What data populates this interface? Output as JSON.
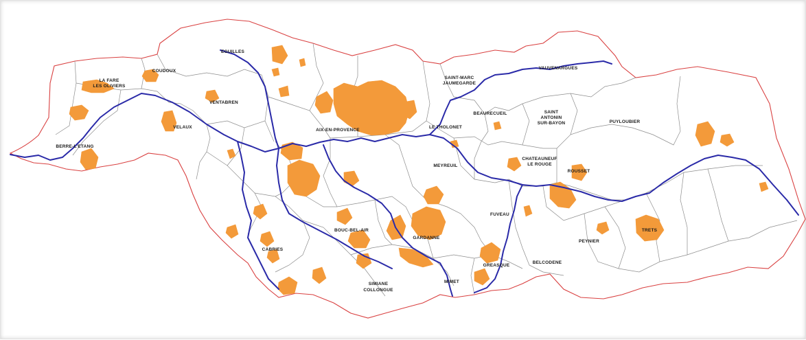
{
  "colors": {
    "outline": "#d94040",
    "commune_borders": "#8c8c8c",
    "rivers": "#2a2aa8",
    "urban_areas": "#f39a3a",
    "background": "#ffffff"
  },
  "communes": [
    {
      "id": "eguilles",
      "lines": [
        "EGUILLES"
      ]
    },
    {
      "id": "coudoux",
      "lines": [
        "COUDOUX"
      ]
    },
    {
      "id": "la-fare",
      "lines": [
        "LA FARE",
        "LES OLIVIERS"
      ]
    },
    {
      "id": "ventabren",
      "lines": [
        "VENTABREN"
      ]
    },
    {
      "id": "velaux",
      "lines": [
        "VELAUX"
      ]
    },
    {
      "id": "berre",
      "lines": [
        "BERRE-L'ETANG"
      ]
    },
    {
      "id": "aix",
      "lines": [
        "AIX-EN-PROVENCE"
      ]
    },
    {
      "id": "saint-marc",
      "lines": [
        "SAINT-MARC",
        "JAUMEGARDE"
      ]
    },
    {
      "id": "vauvenargues",
      "lines": [
        "VAUVENARGUES"
      ]
    },
    {
      "id": "beaurecueil",
      "lines": [
        "BEAURECUEIL"
      ]
    },
    {
      "id": "saint-antonin",
      "lines": [
        "SAINT",
        "ANTONIN",
        "SUR-BAYON"
      ]
    },
    {
      "id": "puyloubier",
      "lines": [
        "PUYLOUBIER"
      ]
    },
    {
      "id": "le-tholonet",
      "lines": [
        "LE THOLONET"
      ]
    },
    {
      "id": "meyreuil",
      "lines": [
        "MEYREUIL"
      ]
    },
    {
      "id": "chateauneuf",
      "lines": [
        "CHATEAUNEUF",
        "LE ROUGE"
      ]
    },
    {
      "id": "rousset",
      "lines": [
        "ROUSSET"
      ]
    },
    {
      "id": "fuveau",
      "lines": [
        "FUVEAU"
      ]
    },
    {
      "id": "bouc-bel-air",
      "lines": [
        "BOUC-BEL-AIR"
      ]
    },
    {
      "id": "gardanne",
      "lines": [
        "GARDANNE"
      ]
    },
    {
      "id": "cabries",
      "lines": [
        "CABRIES"
      ]
    },
    {
      "id": "gréasque",
      "lines": [
        "GREASQUE"
      ]
    },
    {
      "id": "belcodene",
      "lines": [
        "BELCODENE"
      ]
    },
    {
      "id": "peynier",
      "lines": [
        "PEYNIER"
      ]
    },
    {
      "id": "trets",
      "lines": [
        "TRETS"
      ]
    },
    {
      "id": "mimet",
      "lines": [
        "MIMET"
      ]
    },
    {
      "id": "simiane",
      "lines": [
        "SIMIANE",
        "COLLONGUE"
      ]
    }
  ]
}
